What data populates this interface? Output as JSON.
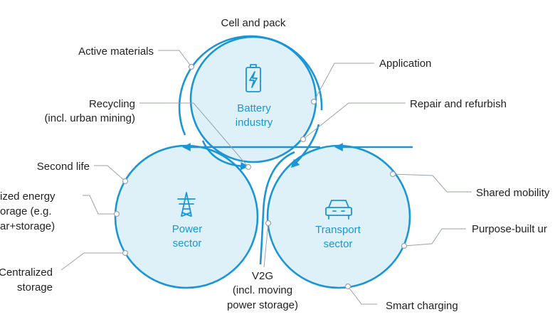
{
  "colors": {
    "accent": "#1a96d6",
    "circle_fill": "#d8eff8",
    "leader": "#9aa3ab",
    "text": "#222222"
  },
  "circles": {
    "battery": {
      "label_line1": "Battery",
      "label_line2": "industry",
      "icon": "battery-icon"
    },
    "power": {
      "label_line1": "Power",
      "label_line2": "sector",
      "icon": "power-tower-icon"
    },
    "transport": {
      "label_line1": "Transport",
      "label_line2": "sector",
      "icon": "car-icon"
    }
  },
  "labels": {
    "cell_and_pack": "Cell and pack",
    "active_materials": "Active materials",
    "application": "Application",
    "recycling_line1": "Recycling",
    "recycling_line2": "(incl. urban mining)",
    "repair": "Repair and refurbish",
    "second_life": "Second life",
    "decentralized_line1": "ized energy",
    "decentralized_line2": "orage (e.g.",
    "decentralized_line3": "ar+storage)",
    "centralized_line1": "Centralized",
    "centralized_line2": "storage",
    "shared_mobility": "Shared mobility",
    "purpose_built": "Purpose-built ur",
    "v2g_line1": "V2G",
    "v2g_line2": "(incl. moving",
    "v2g_line3": "power storage)",
    "smart_charging": "Smart charging"
  }
}
